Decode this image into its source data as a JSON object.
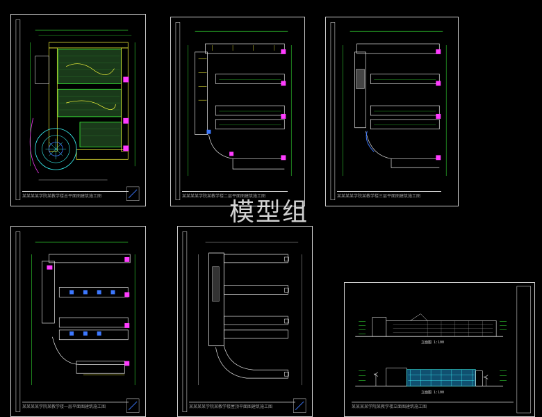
{
  "watermark": "模型组",
  "sheets": [
    {
      "id": "site-plan",
      "caption": "某某某某学院某教学楼总平面图建筑施工图"
    },
    {
      "id": "floor-plan-2",
      "caption": "某某某某学院某教学楼二层平面图建筑施工图"
    },
    {
      "id": "floor-plan-3",
      "caption": "某某某某学院某教学楼三层平面图建筑施工图"
    },
    {
      "id": "floor-plan-1",
      "caption": "某某某某学院某教学楼一层平面图建筑施工图"
    },
    {
      "id": "roof-plan",
      "caption": "某某某某学院某教学楼屋顶平面图建筑施工图"
    },
    {
      "id": "elevations",
      "caption": "某某某某学院某教学楼立面图建筑施工图"
    }
  ],
  "elevations": {
    "top_label": "立面图 1:100",
    "bottom_label": "立面图 1:100"
  },
  "colors": {
    "line_green": "#3cff3c",
    "line_yellow": "#ffff3c",
    "line_cyan": "#3cffff",
    "line_white": "#e8e8e8",
    "line_magenta": "#ff3cff",
    "line_blue": "#3c78ff"
  }
}
